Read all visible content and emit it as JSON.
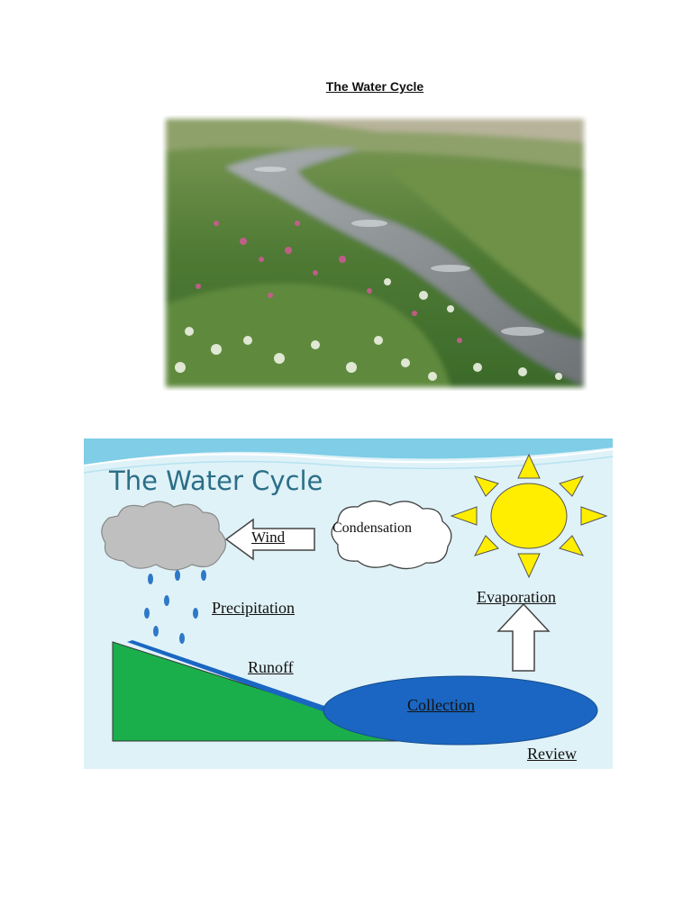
{
  "document": {
    "title": "The Water Cycle"
  },
  "photo": {
    "subject": "mountain stream through wildflower meadow"
  },
  "diagram": {
    "title": "The Water Cycle",
    "labels": {
      "condensation": "Condensation",
      "wind": "Wind",
      "precipitation": "Precipitation",
      "evaporation": "Evaporation",
      "runoff": "Runoff",
      "collection": "Collection",
      "review": "Review"
    },
    "colors": {
      "background": "#dff2f8",
      "title": "#2b6e87",
      "sun": "#ffee00",
      "ground": "#1aaf4b",
      "water": "#1a66c2",
      "rain_cloud": "#bfbfbf",
      "rain_drop": "#2e78c8"
    }
  }
}
